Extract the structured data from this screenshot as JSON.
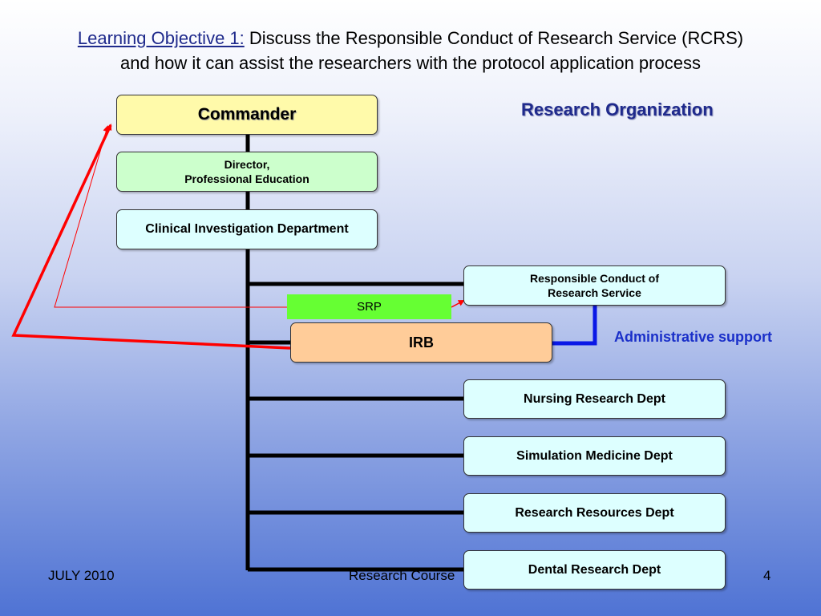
{
  "slide": {
    "title_prefix": "Learning Objective 1:",
    "title_line1": " Discuss the Responsible Conduct of Research Service (RCRS)",
    "title_line2": "and how it can assist the researchers with the protocol application process",
    "section_heading": "Research Organization",
    "admin_support": "Administrative support"
  },
  "org_chart": {
    "commander": "Commander",
    "director_line1": "Director,",
    "director_line2": "Professional Education",
    "clinical_investigation": "Clinical Investigation Department",
    "rcrs_line1": "Responsible Conduct of",
    "rcrs_line2": "Research Service",
    "srp": "SRP",
    "irb": "IRB",
    "nursing": "Nursing Research Dept",
    "simulation": "Simulation Medicine Dept",
    "research_resources": "Research  Resources Dept",
    "dental": "Dental Research Dept"
  },
  "footer": {
    "date": "JULY 2010",
    "course": "Research Course",
    "page_number": "4"
  },
  "colors": {
    "connector": "#000000",
    "admin_link": "#0a18e6",
    "report_arrow": "#ff0000"
  }
}
